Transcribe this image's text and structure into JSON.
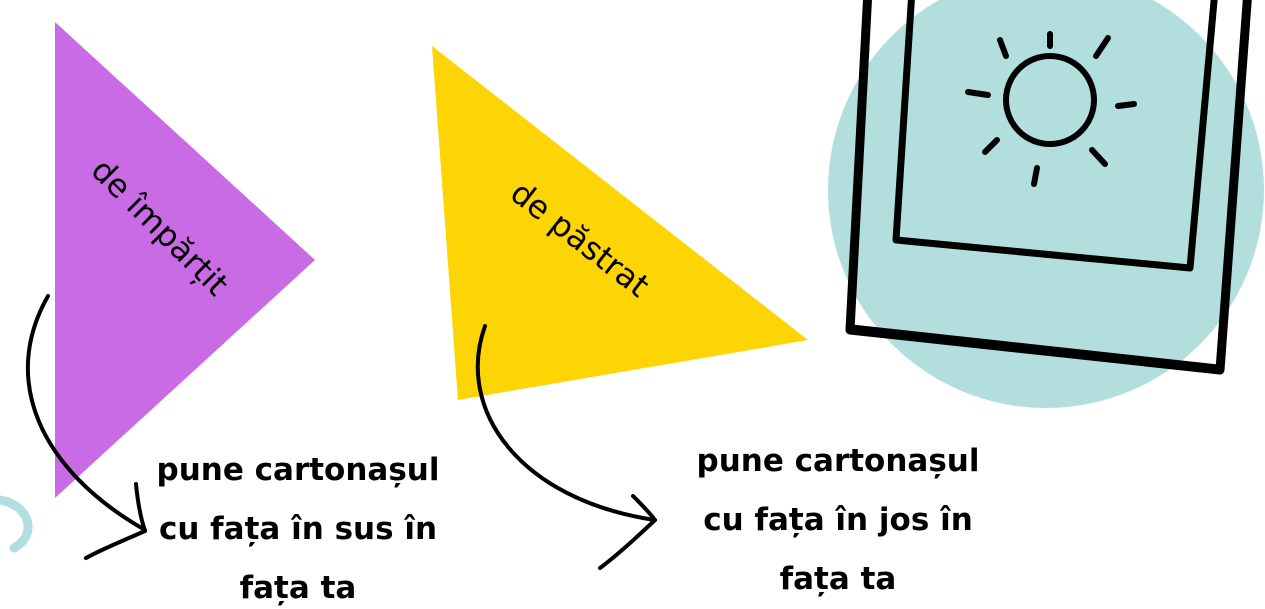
{
  "colors": {
    "share_triangle": "#c96be4",
    "keep_triangle": "#fdd404",
    "teal_circle": "#b2dfde",
    "ink": "#000000",
    "background": "#ffffff"
  },
  "triangles": {
    "share_label": "de împărțit",
    "keep_label": "de păstrat"
  },
  "instructions": {
    "face_up": [
      "pune cartonașul",
      "cu fața în sus în",
      "fața ta"
    ],
    "face_down": [
      "pune cartonașul",
      "cu fața în jos în",
      "fața ta"
    ]
  },
  "icons": {
    "card": "sun-card-icon",
    "arrows": "curved-arrow-icon"
  }
}
